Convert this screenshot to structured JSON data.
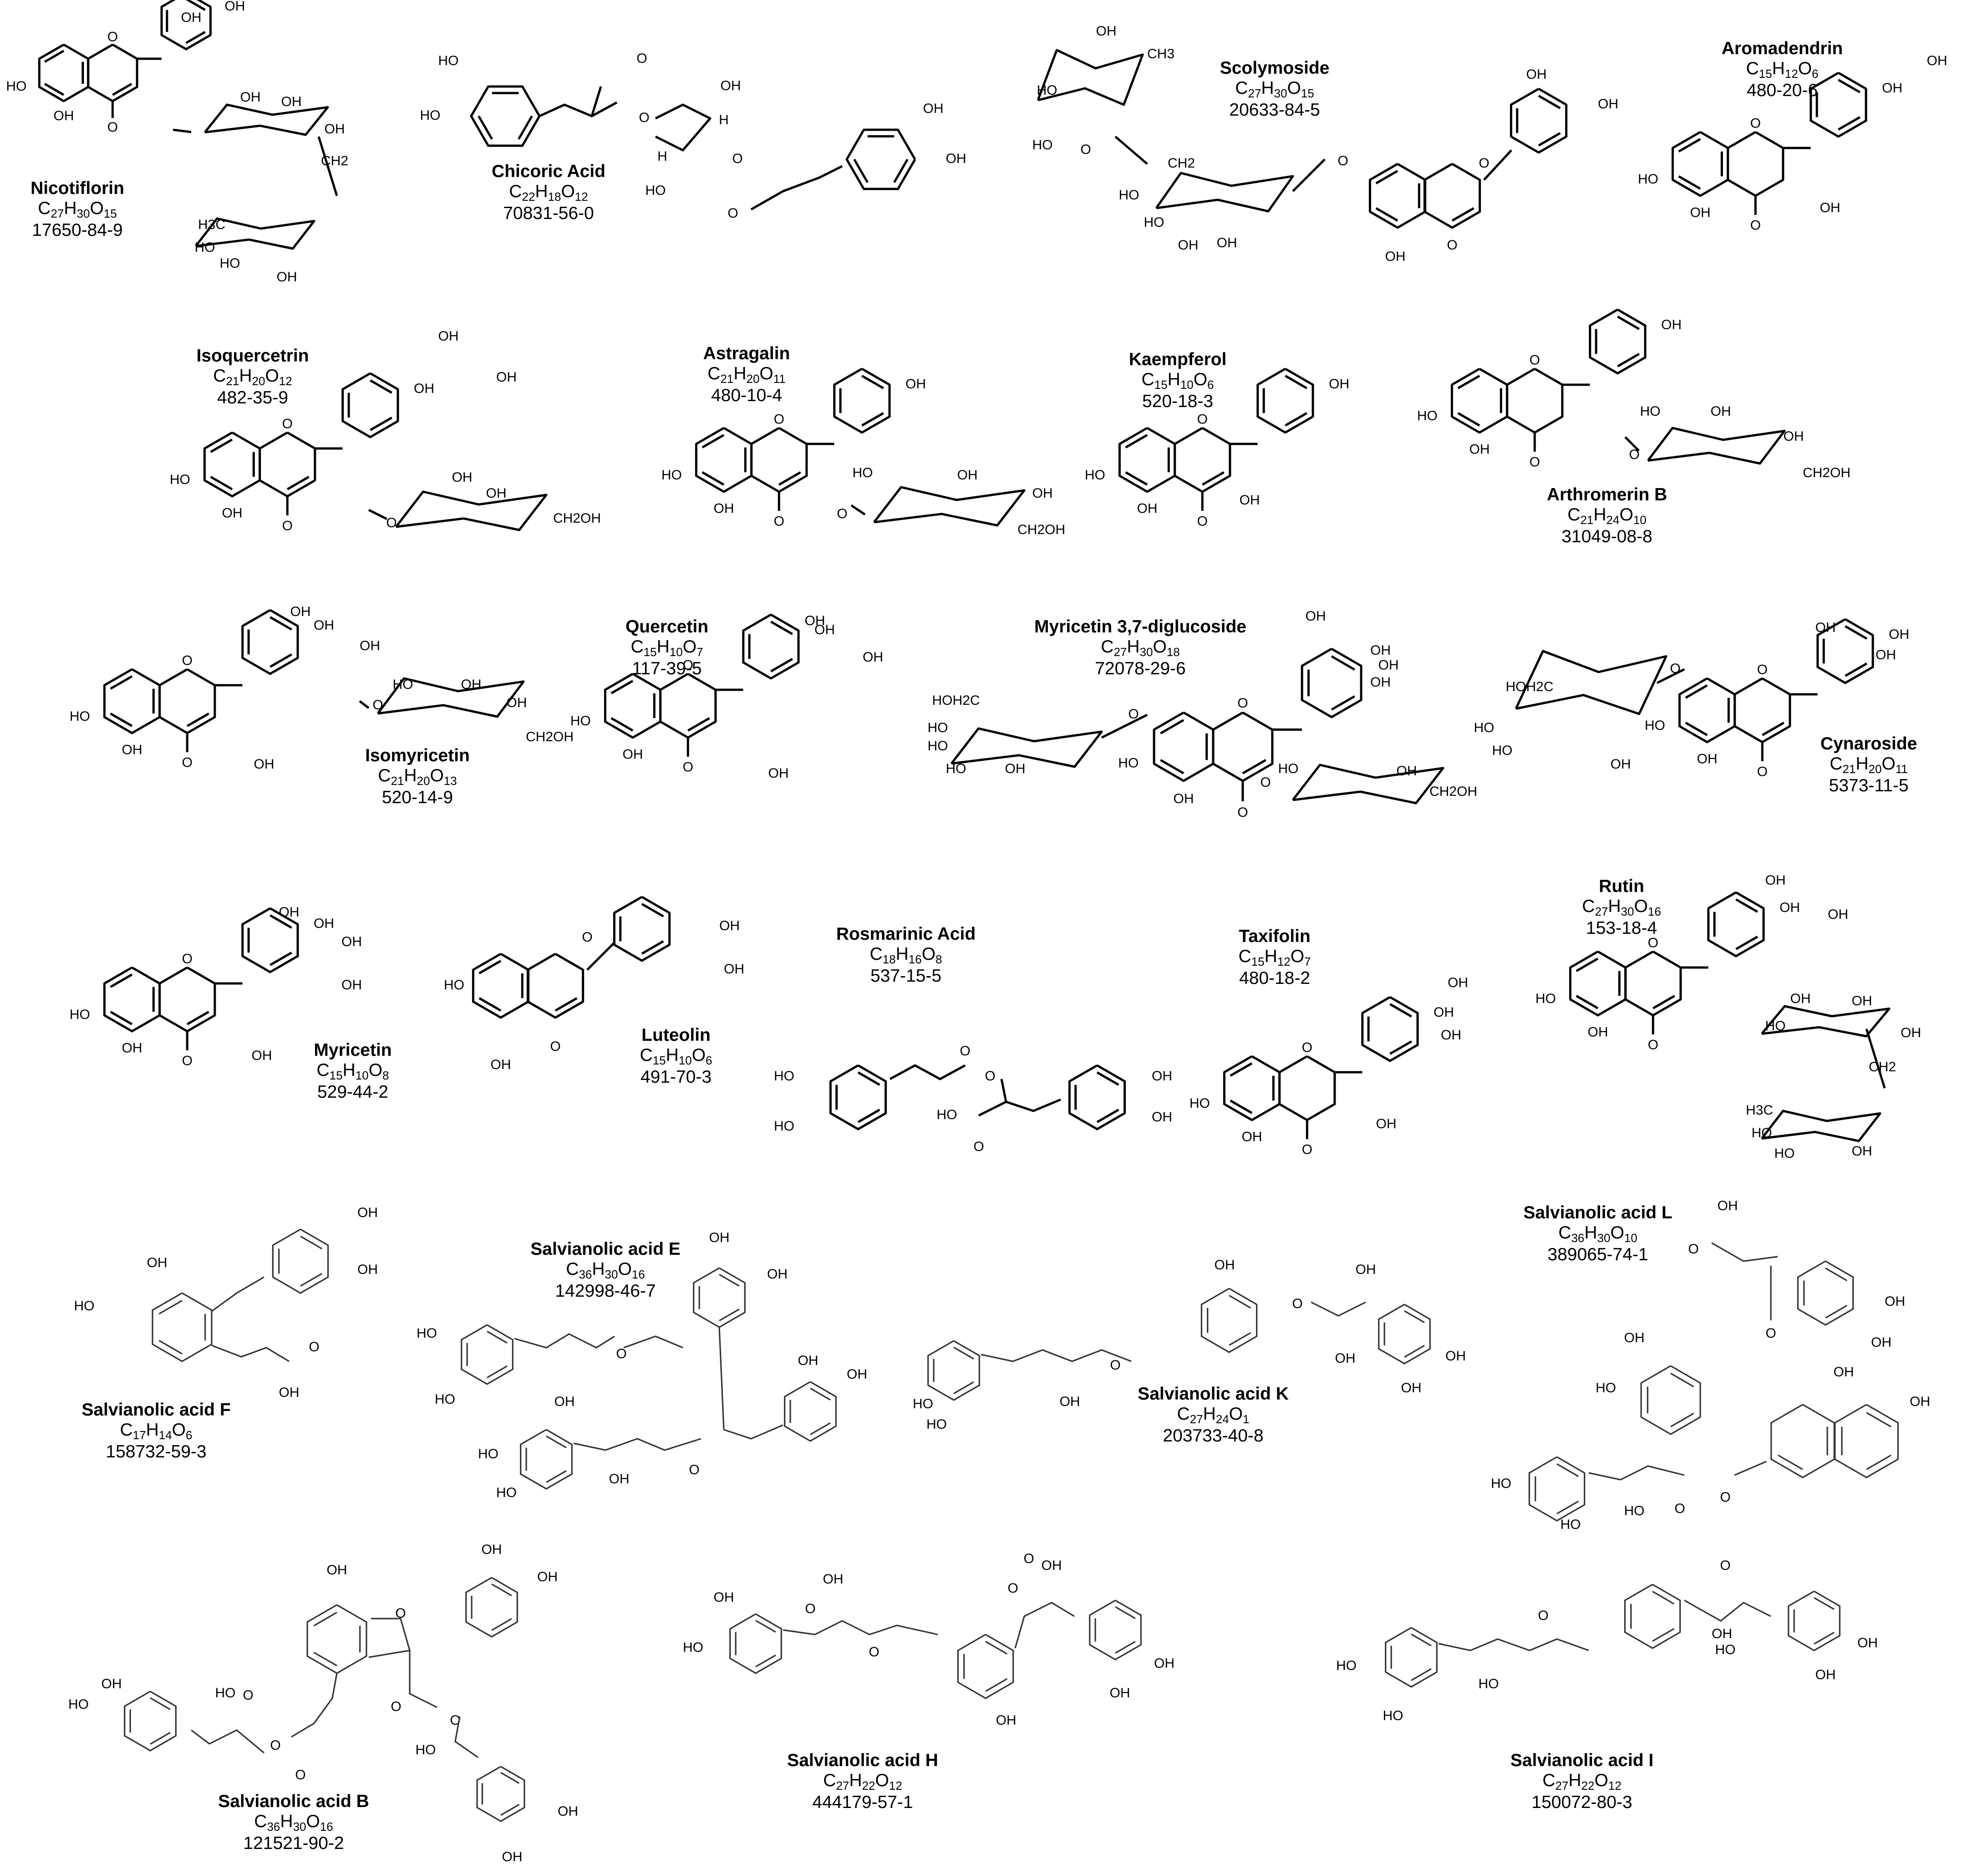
{
  "compounds": [
    {
      "name": "Nicotiflorin",
      "formula": "C27H30O15",
      "cas": "17650-84-9"
    },
    {
      "name": "Chicoric Acid",
      "formula": "C22H18O12",
      "cas": "70831-56-0"
    },
    {
      "name": "Scolymoside",
      "formula": "C27H30O15",
      "cas": "20633-84-5"
    },
    {
      "name": "Aromadendrin",
      "formula": "C15H12O6",
      "cas": "480-20-6"
    },
    {
      "name": "Isoquercetrin",
      "formula": "C21H20O12",
      "cas": "482-35-9"
    },
    {
      "name": "Astragalin",
      "formula": "C21H20O11",
      "cas": "480-10-4"
    },
    {
      "name": "Kaempferol",
      "formula": "C15H10O6",
      "cas": "520-18-3"
    },
    {
      "name": "Arthromerin B",
      "formula": "C21H24O10",
      "cas": "31049-08-8"
    },
    {
      "name": "Isomyricetin",
      "formula": "C21H20O13",
      "cas": "520-14-9"
    },
    {
      "name": "Quercetin",
      "formula": "C15H10O7",
      "cas": "117-39-5"
    },
    {
      "name": "Myricetin 3,7-diglucoside",
      "formula": "C27H30O18",
      "cas": "72078-29-6"
    },
    {
      "name": "Cynaroside",
      "formula": "C21H20O11",
      "cas": "5373-11-5"
    },
    {
      "name": "Myricetin",
      "formula": "C15H10O8",
      "cas": "529-44-2"
    },
    {
      "name": "Luteolin",
      "formula": "C15H10O6",
      "cas": "491-70-3"
    },
    {
      "name": "Rosmarinic Acid",
      "formula": "C18H16O8",
      "cas": "537-15-5"
    },
    {
      "name": "Taxifolin",
      "formula": "C15H12O7",
      "cas": "480-18-2"
    },
    {
      "name": "Rutin",
      "formula": "C27H30O16",
      "cas": "153-18-4"
    },
    {
      "name": "Salvianolic acid F",
      "formula": "C17H14O6",
      "cas": "158732-59-3"
    },
    {
      "name": "Salvianolic acid E",
      "formula": "C36H30O16",
      "cas": "142998-46-7"
    },
    {
      "name": "Salvianolic acid K",
      "formula": "C27H24O1",
      "cas": "203733-40-8"
    },
    {
      "name": "Salvianolic acid L",
      "formula": "C36H30O10",
      "cas": "389065-74-1"
    },
    {
      "name": "Salvianolic acid B",
      "formula": "C36H30O16",
      "cas": "121521-90-2"
    },
    {
      "name": "Salvianolic acid H",
      "formula": "C27H22O12",
      "cas": "444179-57-1"
    },
    {
      "name": "Salvianolic acid I",
      "formula": "C27H22O12",
      "cas": "150072-80-3"
    }
  ],
  "atom_labels": {
    "oh": "OH",
    "ho": "HO",
    "o": "O",
    "h": "H",
    "ch2": "CH2",
    "ch2oh": "CH2OH",
    "hoh2c": "HOH2C",
    "ch3": "CH3",
    "h3c": "H3C"
  }
}
